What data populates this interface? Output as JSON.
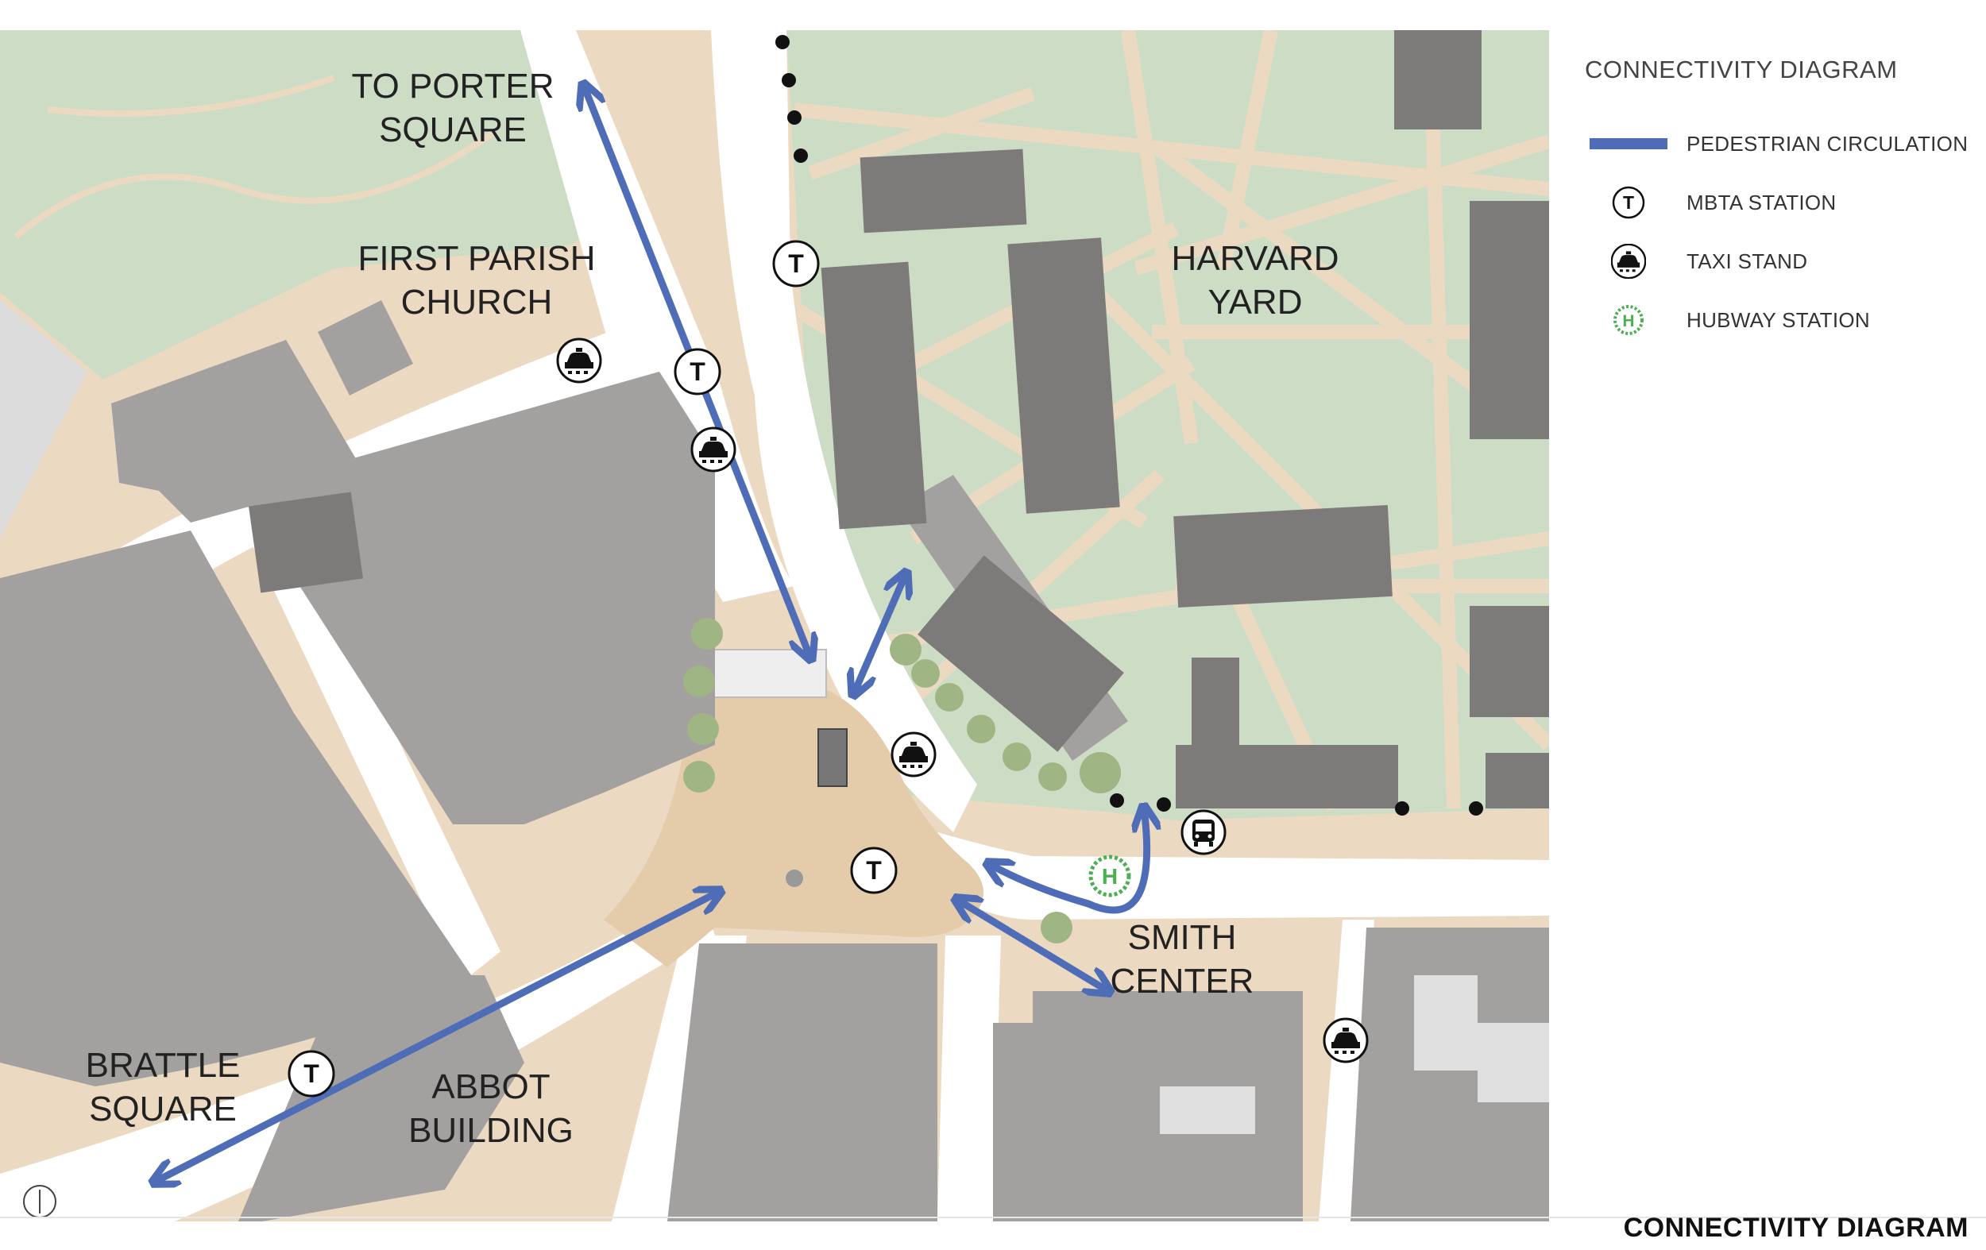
{
  "map": {
    "labels": {
      "porter_line1": "TO PORTER",
      "porter_line2": "SQUARE",
      "parish_line1": "FIRST PARISH",
      "parish_line2": "CHURCH",
      "yard_line1": "HARVARD",
      "yard_line2": "YARD",
      "smith_line1": "SMITH",
      "smith_line2": "CENTER",
      "brattle_line1": "BRATTLE",
      "brattle_line2": "SQUARE",
      "abbot_line1": "ABBOT",
      "abbot_line2": "BUILDING"
    },
    "colors": {
      "green_space": "#cddcc4",
      "path": "#ecd9c2",
      "building": "#a3a1a0",
      "building_dark": "#7d7b7a",
      "street": "#ffffff",
      "pedestrian": "#4f6db6",
      "hubway": "#4caf50"
    },
    "icons": {
      "mbta": "T",
      "hubway": "H"
    }
  },
  "legend": {
    "title": "CONNECTIVITY DIAGRAM",
    "items": [
      {
        "label": "PEDESTRIAN CIRCULATION",
        "icon": "pedestrian-line-icon"
      },
      {
        "label": "MBTA STATION",
        "icon": "mbta-icon",
        "glyph": "T"
      },
      {
        "label": "TAXI STAND",
        "icon": "taxi-icon"
      },
      {
        "label": "HUBWAY STATION",
        "icon": "hubway-icon",
        "glyph": "H"
      }
    ]
  },
  "footer": {
    "title": "CONNECTIVITY DIAGRAM"
  }
}
